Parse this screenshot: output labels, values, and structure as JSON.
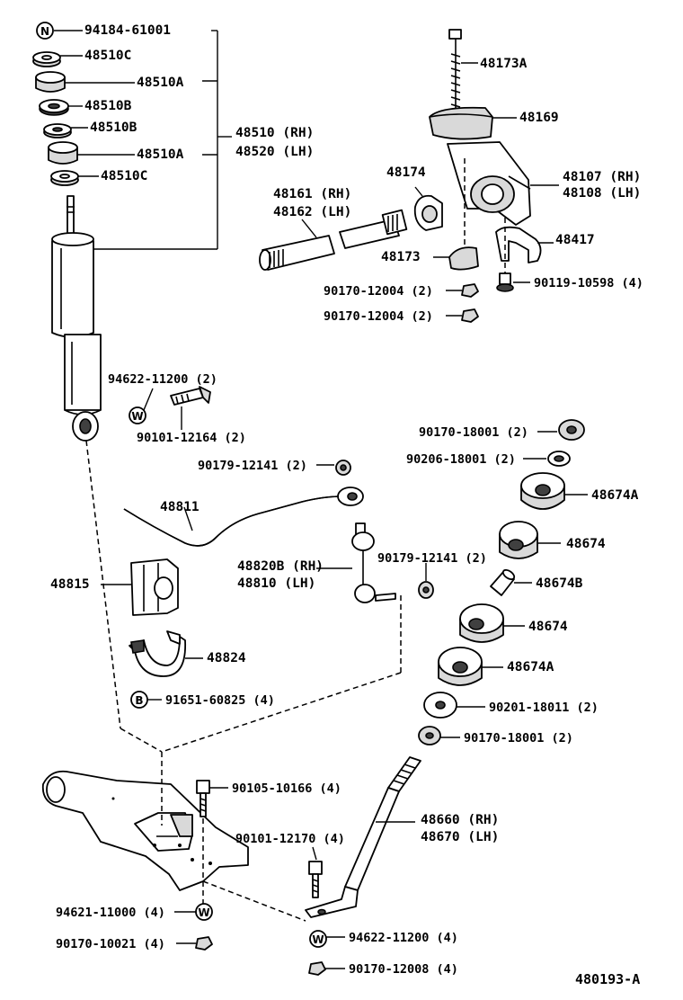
{
  "diagram_code": "480193-A",
  "circle_letters": {
    "n": "N",
    "w": "W",
    "b": "B"
  },
  "labels": {
    "p94184": "94184-61001",
    "p48510c_1": "48510C",
    "p48510a_1": "48510A",
    "p48510b_1": "48510B",
    "p48510b_2": "48510B",
    "p48510a_2": "48510A",
    "p48510c_2": "48510C",
    "p48510_rh": "48510 (RH)",
    "p48520_lh": "48520 (LH)",
    "p48173a": "48173A",
    "p48169": "48169",
    "p48174": "48174",
    "p48161_rh": "48161 (RH)",
    "p48162_lh": "48162 (LH)",
    "p48107_rh": "48107 (RH)",
    "p48108_lh": "48108 (LH)",
    "p48417": "48417",
    "p48173": "48173",
    "p90170_12004_a": "90170-12004 (2)",
    "p90170_12004_b": "90170-12004 (2)",
    "p90119_10598": "90119-10598 (4)",
    "p94622_11200_a": "94622-11200 (2)",
    "p90101_12164": "90101-12164 (2)",
    "p90170_18001_a": "90170-18001 (2)",
    "p90206_18001": "90206-18001 (2)",
    "p90179_12141_a": "90179-12141 (2)",
    "p48674a_1": "48674A",
    "p48811": "48811",
    "p48674_1": "48674",
    "p48820b_rh": "48820B (RH)",
    "p48810_lh": "48810  (LH)",
    "p90179_12141_b": "90179-12141 (2)",
    "p48815": "48815",
    "p48674b": "48674B",
    "p48674_2": "48674",
    "p48824": "48824",
    "p48674a_2": "48674A",
    "p91651_60825": "91651-60825 (4)",
    "p90201_18011": "90201-18011 (2)",
    "p90170_18001_b": "90170-18001 (2)",
    "p90105_10166": "90105-10166 (4)",
    "p48660_rh": "48660 (RH)",
    "p48670_lh": "48670 (LH)",
    "p90101_12170": "90101-12170 (4)",
    "p94621_11000": "94621-11000 (4)",
    "p94622_11200_b": "94622-11200 (4)",
    "p90170_10021": "90170-10021 (4)",
    "p90170_12008": "90170-12008 (4)"
  }
}
